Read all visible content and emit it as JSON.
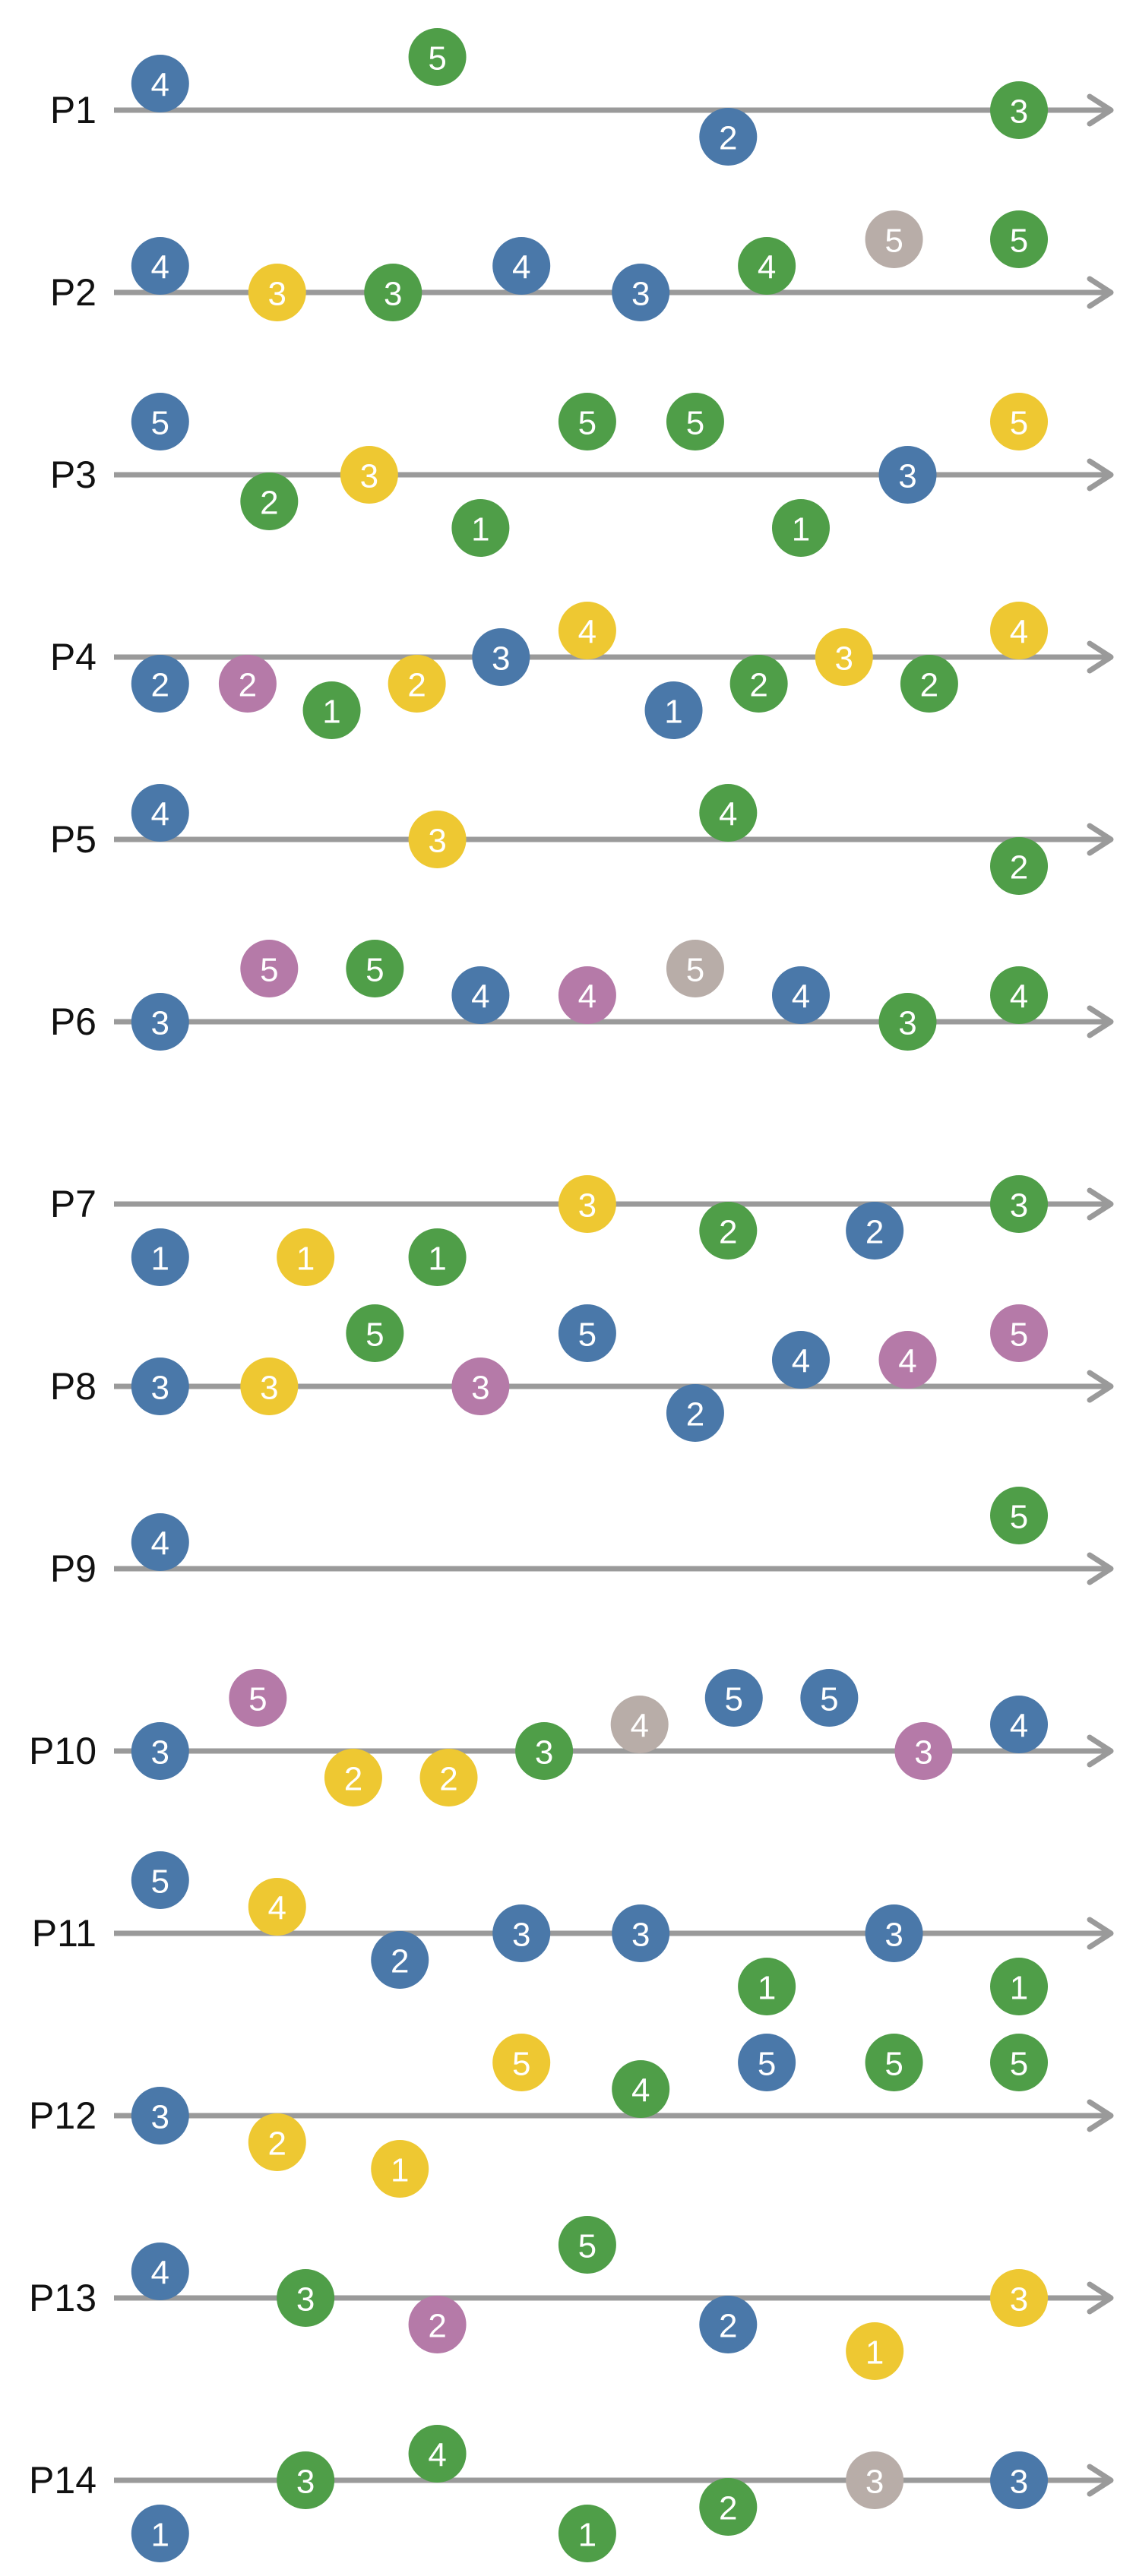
{
  "colors": {
    "blue": "#4a78a9",
    "green": "#4f9e48",
    "yellow": "#eec832",
    "purple": "#b57aa8",
    "gray": "#b8ada8",
    "axis": "#9a9a9a",
    "marker_text": "#ffffff"
  },
  "rows": [
    {
      "label": "P1",
      "markers": [
        {
          "n": "4",
          "color": "blue",
          "x": 0.141,
          "level": 1
        },
        {
          "n": "5",
          "color": "green",
          "x": 0.385,
          "level": 2
        },
        {
          "n": "2",
          "color": "blue",
          "x": 0.641,
          "level": -1
        },
        {
          "n": "3",
          "color": "green",
          "x": 0.897,
          "level": 0
        }
      ]
    },
    {
      "label": "P2",
      "markers": [
        {
          "n": "4",
          "color": "blue",
          "x": 0.141,
          "level": 1
        },
        {
          "n": "3",
          "color": "yellow",
          "x": 0.244,
          "level": 0
        },
        {
          "n": "3",
          "color": "green",
          "x": 0.346,
          "level": 0
        },
        {
          "n": "4",
          "color": "blue",
          "x": 0.459,
          "level": 1
        },
        {
          "n": "3",
          "color": "blue",
          "x": 0.564,
          "level": 0
        },
        {
          "n": "4",
          "color": "green",
          "x": 0.675,
          "level": 1
        },
        {
          "n": "5",
          "color": "gray",
          "x": 0.787,
          "level": 2
        },
        {
          "n": "5",
          "color": "green",
          "x": 0.897,
          "level": 2
        }
      ]
    },
    {
      "label": "P3",
      "markers": [
        {
          "n": "5",
          "color": "blue",
          "x": 0.141,
          "level": 2
        },
        {
          "n": "2",
          "color": "green",
          "x": 0.237,
          "level": -1
        },
        {
          "n": "3",
          "color": "yellow",
          "x": 0.325,
          "level": 0
        },
        {
          "n": "1",
          "color": "green",
          "x": 0.423,
          "level": -2
        },
        {
          "n": "5",
          "color": "green",
          "x": 0.517,
          "level": 2
        },
        {
          "n": "5",
          "color": "green",
          "x": 0.612,
          "level": 2
        },
        {
          "n": "1",
          "color": "green",
          "x": 0.705,
          "level": -2
        },
        {
          "n": "3",
          "color": "blue",
          "x": 0.799,
          "level": 0
        },
        {
          "n": "5",
          "color": "yellow",
          "x": 0.897,
          "level": 2
        }
      ]
    },
    {
      "label": "P4",
      "markers": [
        {
          "n": "2",
          "color": "blue",
          "x": 0.141,
          "level": -1
        },
        {
          "n": "2",
          "color": "purple",
          "x": 0.218,
          "level": -1
        },
        {
          "n": "1",
          "color": "green",
          "x": 0.292,
          "level": -2
        },
        {
          "n": "2",
          "color": "yellow",
          "x": 0.367,
          "level": -1
        },
        {
          "n": "3",
          "color": "blue",
          "x": 0.441,
          "level": 0
        },
        {
          "n": "4",
          "color": "yellow",
          "x": 0.517,
          "level": 1
        },
        {
          "n": "1",
          "color": "blue",
          "x": 0.593,
          "level": -2
        },
        {
          "n": "2",
          "color": "green",
          "x": 0.668,
          "level": -1
        },
        {
          "n": "3",
          "color": "yellow",
          "x": 0.743,
          "level": 0
        },
        {
          "n": "2",
          "color": "green",
          "x": 0.818,
          "level": -1
        },
        {
          "n": "4",
          "color": "yellow",
          "x": 0.897,
          "level": 1
        }
      ]
    },
    {
      "label": "P5",
      "markers": [
        {
          "n": "4",
          "color": "blue",
          "x": 0.141,
          "level": 1
        },
        {
          "n": "3",
          "color": "yellow",
          "x": 0.385,
          "level": 0
        },
        {
          "n": "4",
          "color": "green",
          "x": 0.641,
          "level": 1
        },
        {
          "n": "2",
          "color": "green",
          "x": 0.897,
          "level": -1
        }
      ]
    },
    {
      "label": "P6",
      "markers": [
        {
          "n": "3",
          "color": "blue",
          "x": 0.141,
          "level": 0
        },
        {
          "n": "5",
          "color": "purple",
          "x": 0.237,
          "level": 2
        },
        {
          "n": "5",
          "color": "green",
          "x": 0.33,
          "level": 2
        },
        {
          "n": "4",
          "color": "blue",
          "x": 0.423,
          "level": 1
        },
        {
          "n": "4",
          "color": "purple",
          "x": 0.517,
          "level": 1
        },
        {
          "n": "5",
          "color": "gray",
          "x": 0.612,
          "level": 2
        },
        {
          "n": "4",
          "color": "blue",
          "x": 0.705,
          "level": 1
        },
        {
          "n": "3",
          "color": "green",
          "x": 0.799,
          "level": 0
        },
        {
          "n": "4",
          "color": "green",
          "x": 0.897,
          "level": 1
        }
      ]
    },
    {
      "label": "P7",
      "markers": [
        {
          "n": "1",
          "color": "blue",
          "x": 0.141,
          "level": -2
        },
        {
          "n": "1",
          "color": "yellow",
          "x": 0.269,
          "level": -2
        },
        {
          "n": "1",
          "color": "green",
          "x": 0.385,
          "level": -2
        },
        {
          "n": "3",
          "color": "yellow",
          "x": 0.517,
          "level": 0
        },
        {
          "n": "2",
          "color": "green",
          "x": 0.641,
          "level": -1
        },
        {
          "n": "2",
          "color": "blue",
          "x": 0.77,
          "level": -1
        },
        {
          "n": "3",
          "color": "green",
          "x": 0.897,
          "level": 0
        }
      ]
    },
    {
      "label": "P8",
      "markers": [
        {
          "n": "3",
          "color": "blue",
          "x": 0.141,
          "level": 0
        },
        {
          "n": "3",
          "color": "yellow",
          "x": 0.237,
          "level": 0
        },
        {
          "n": "5",
          "color": "green",
          "x": 0.33,
          "level": 2
        },
        {
          "n": "3",
          "color": "purple",
          "x": 0.423,
          "level": 0
        },
        {
          "n": "5",
          "color": "blue",
          "x": 0.517,
          "level": 2
        },
        {
          "n": "2",
          "color": "blue",
          "x": 0.612,
          "level": -1
        },
        {
          "n": "4",
          "color": "blue",
          "x": 0.705,
          "level": 1
        },
        {
          "n": "4",
          "color": "purple",
          "x": 0.799,
          "level": 1
        },
        {
          "n": "5",
          "color": "purple",
          "x": 0.897,
          "level": 2
        }
      ]
    },
    {
      "label": "P9",
      "markers": [
        {
          "n": "4",
          "color": "blue",
          "x": 0.141,
          "level": 1
        },
        {
          "n": "5",
          "color": "green",
          "x": 0.897,
          "level": 2
        }
      ]
    },
    {
      "label": "P10",
      "markers": [
        {
          "n": "3",
          "color": "blue",
          "x": 0.141,
          "level": 0
        },
        {
          "n": "5",
          "color": "purple",
          "x": 0.227,
          "level": 2
        },
        {
          "n": "2",
          "color": "yellow",
          "x": 0.311,
          "level": -1
        },
        {
          "n": "2",
          "color": "yellow",
          "x": 0.395,
          "level": -1
        },
        {
          "n": "3",
          "color": "green",
          "x": 0.479,
          "level": 0
        },
        {
          "n": "4",
          "color": "gray",
          "x": 0.563,
          "level": 1
        },
        {
          "n": "5",
          "color": "blue",
          "x": 0.646,
          "level": 2
        },
        {
          "n": "5",
          "color": "blue",
          "x": 0.73,
          "level": 2
        },
        {
          "n": "3",
          "color": "purple",
          "x": 0.813,
          "level": 0
        },
        {
          "n": "4",
          "color": "blue",
          "x": 0.897,
          "level": 1
        }
      ]
    },
    {
      "label": "P11",
      "markers": [
        {
          "n": "5",
          "color": "blue",
          "x": 0.141,
          "level": 2
        },
        {
          "n": "4",
          "color": "yellow",
          "x": 0.244,
          "level": 1
        },
        {
          "n": "2",
          "color": "blue",
          "x": 0.352,
          "level": -1
        },
        {
          "n": "3",
          "color": "blue",
          "x": 0.459,
          "level": 0
        },
        {
          "n": "3",
          "color": "blue",
          "x": 0.564,
          "level": 0
        },
        {
          "n": "1",
          "color": "green",
          "x": 0.675,
          "level": -2
        },
        {
          "n": "3",
          "color": "blue",
          "x": 0.787,
          "level": 0
        },
        {
          "n": "1",
          "color": "green",
          "x": 0.897,
          "level": -2
        }
      ]
    },
    {
      "label": "P12",
      "markers": [
        {
          "n": "3",
          "color": "blue",
          "x": 0.141,
          "level": 0
        },
        {
          "n": "2",
          "color": "yellow",
          "x": 0.244,
          "level": -1
        },
        {
          "n": "1",
          "color": "yellow",
          "x": 0.352,
          "level": -2
        },
        {
          "n": "5",
          "color": "yellow",
          "x": 0.459,
          "level": 2
        },
        {
          "n": "4",
          "color": "green",
          "x": 0.564,
          "level": 1
        },
        {
          "n": "5",
          "color": "blue",
          "x": 0.675,
          "level": 2
        },
        {
          "n": "5",
          "color": "green",
          "x": 0.787,
          "level": 2
        },
        {
          "n": "5",
          "color": "green",
          "x": 0.897,
          "level": 2
        }
      ]
    },
    {
      "label": "P13",
      "markers": [
        {
          "n": "4",
          "color": "blue",
          "x": 0.141,
          "level": 1
        },
        {
          "n": "3",
          "color": "green",
          "x": 0.269,
          "level": 0
        },
        {
          "n": "2",
          "color": "purple",
          "x": 0.385,
          "level": -1
        },
        {
          "n": "5",
          "color": "green",
          "x": 0.517,
          "level": 2
        },
        {
          "n": "2",
          "color": "blue",
          "x": 0.641,
          "level": -1
        },
        {
          "n": "1",
          "color": "yellow",
          "x": 0.77,
          "level": -2
        },
        {
          "n": "3",
          "color": "yellow",
          "x": 0.897,
          "level": 0
        }
      ]
    },
    {
      "label": "P14",
      "markers": [
        {
          "n": "1",
          "color": "blue",
          "x": 0.141,
          "level": -2
        },
        {
          "n": "3",
          "color": "green",
          "x": 0.269,
          "level": 0
        },
        {
          "n": "4",
          "color": "green",
          "x": 0.385,
          "level": 1
        },
        {
          "n": "1",
          "color": "green",
          "x": 0.517,
          "level": -2
        },
        {
          "n": "2",
          "color": "green",
          "x": 0.641,
          "level": -1
        },
        {
          "n": "3",
          "color": "gray",
          "x": 0.77,
          "level": 0
        },
        {
          "n": "3",
          "color": "blue",
          "x": 0.897,
          "level": 0
        }
      ]
    }
  ]
}
